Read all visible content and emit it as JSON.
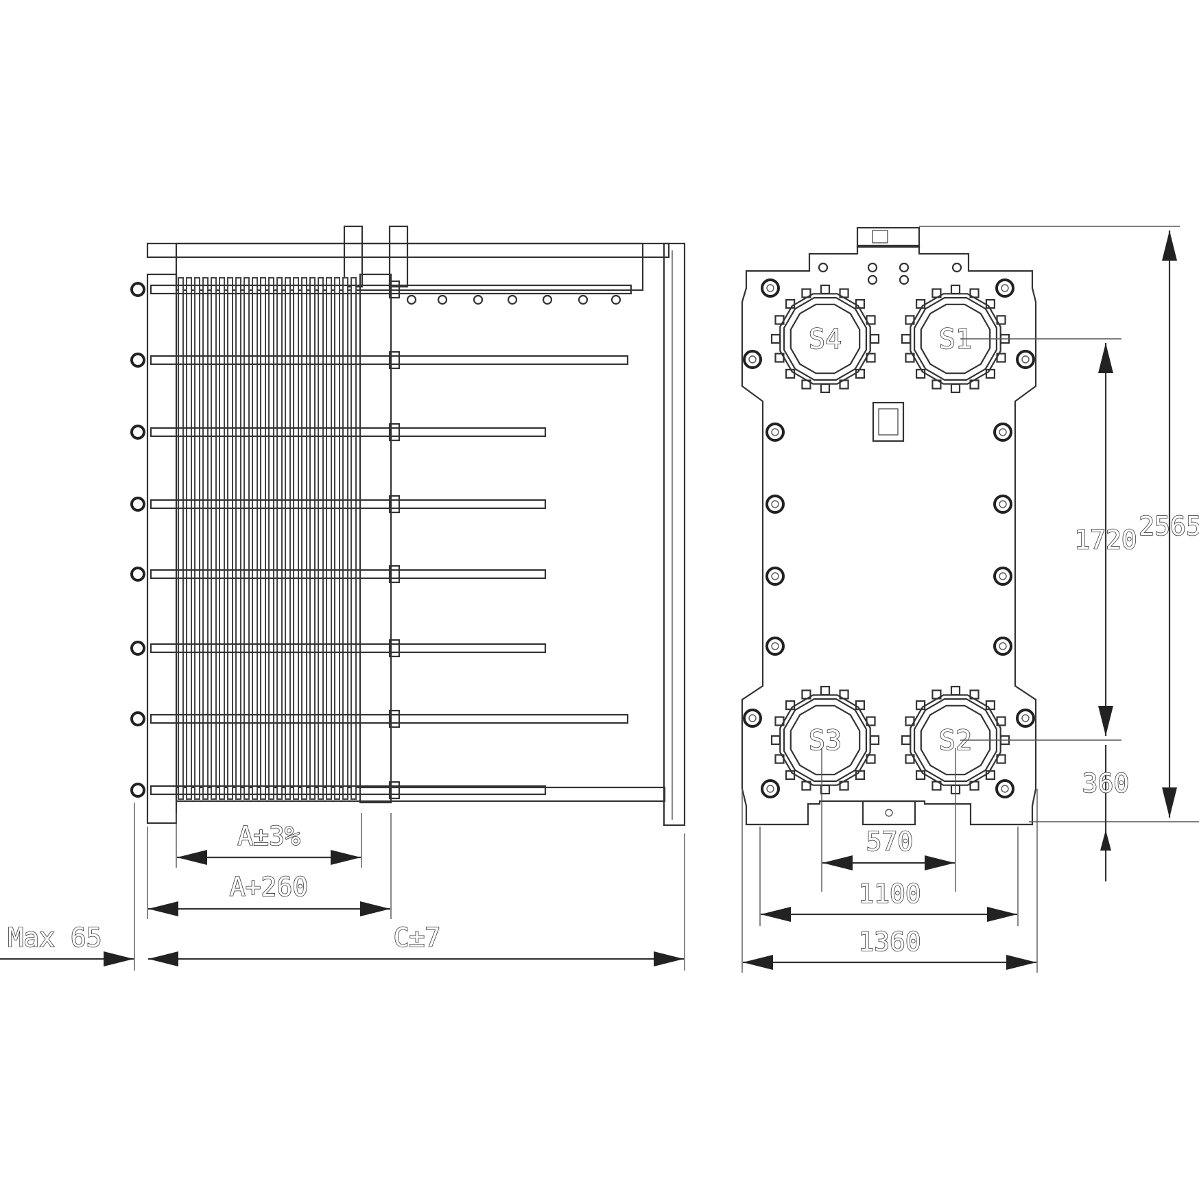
{
  "side_view": {
    "dimensions": {
      "plate_pack": "A±3%",
      "frame_pack": "A+260",
      "overall": "C±7",
      "max_label": "Max 65"
    }
  },
  "front_view": {
    "ports": [
      "S4",
      "S1",
      "S3",
      "S2"
    ],
    "dimensions": {
      "port_vertical": "1720",
      "overall_height": "2565",
      "lower_offset": "360",
      "port_horizontal": "570",
      "bolt_span": "1100",
      "overall_width": "1360"
    }
  }
}
